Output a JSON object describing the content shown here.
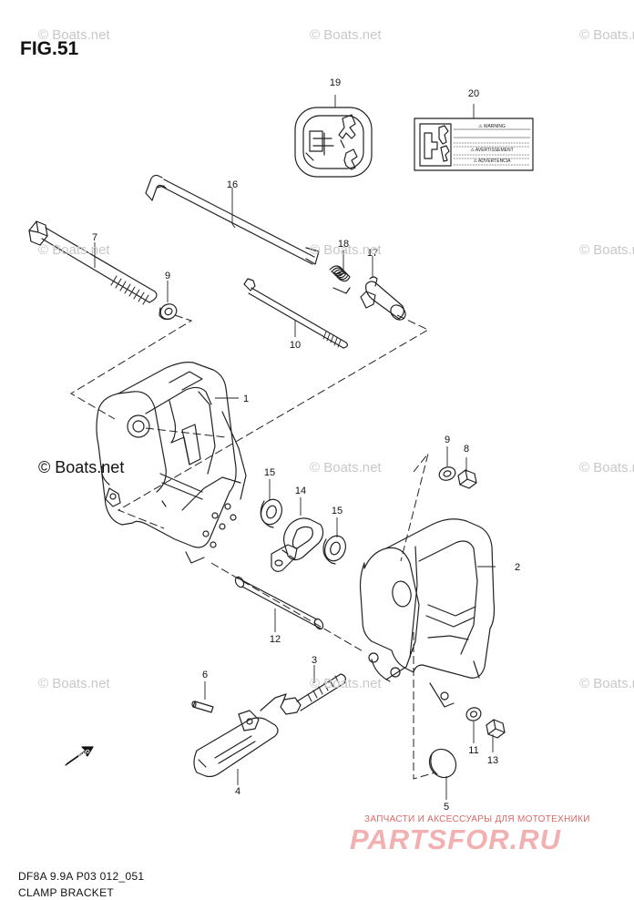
{
  "figure_title": "FIG.51",
  "watermark_text": "© Boats.net",
  "diagram_code": "DF8A 9.9A P03 012_051",
  "caption": "CLAMP BRACKET",
  "shop_line": "ЗАПЧАСТИ И АКСЕССУАРЫ ДЛЯ МОТОТЕХНИКИ",
  "shop_logo": "PARTSFOR.RU",
  "fwd_label": "FWD",
  "label_20": {
    "warning": "⚠ WARNING",
    "avertissement": "⚠ AVERTISSEMENT",
    "advertencia": "⚠ ADVERTENCIA"
  },
  "part_numbers": [
    "19",
    "20",
    "16",
    "7",
    "18",
    "17",
    "9",
    "10",
    "1",
    "9",
    "8",
    "15",
    "14",
    "15",
    "2",
    "12",
    "3",
    "6",
    "11",
    "13",
    "4",
    "5"
  ],
  "colors": {
    "line": "#222222",
    "watermark": "#c8c8c8",
    "shop_text": "#d86868",
    "shop_logo": "#f2b0b0"
  }
}
